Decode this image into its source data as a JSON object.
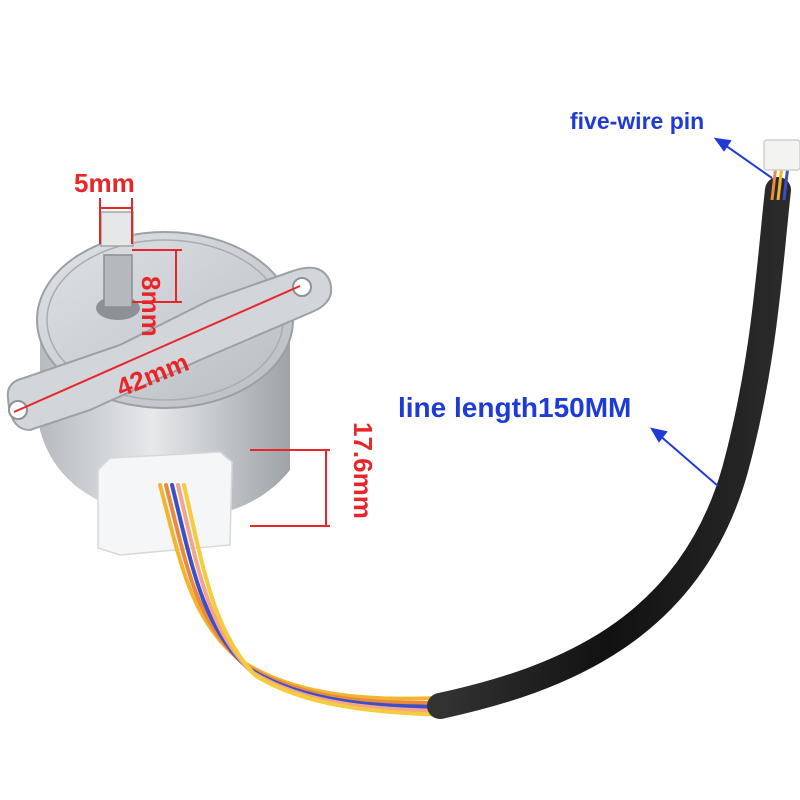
{
  "labels": {
    "shaft_width": "5mm",
    "shaft_height": "8mm",
    "mount_span": "42mm",
    "connector_height": "17.6mm",
    "pin_note": "five-wire pin",
    "line_length_note": "line length150MM"
  },
  "colors": {
    "dimension_text": "#e8262a",
    "note_text": "#1f3bd6",
    "motor_body": "#c9ccd0",
    "cable": "#1a1a1a"
  }
}
